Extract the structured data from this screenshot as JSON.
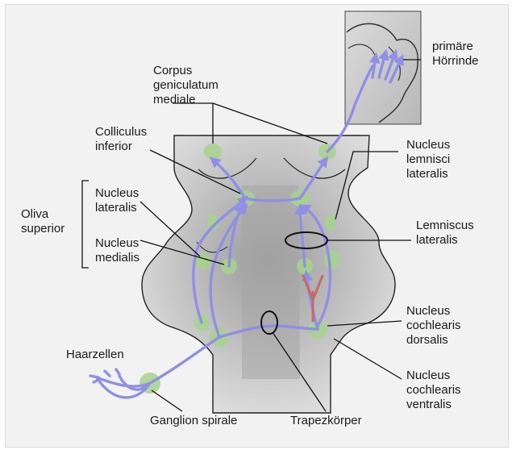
{
  "labels": {
    "primaere_hoerrinde": [
      "primäre",
      "Hörrinde"
    ],
    "corpus_geniculatum": [
      "Corpus",
      "geniculatum",
      "mediale"
    ],
    "colliculus_inferior": [
      "Colliculus",
      "inferior"
    ],
    "oliva_superior": [
      "Oliva",
      "superior"
    ],
    "nucleus_lateralis": [
      "Nucleus",
      "lateralis"
    ],
    "nucleus_medialis": [
      "Nucleus",
      "medialis"
    ],
    "nucleus_lemnisci": [
      "Nucleus",
      "lemnisci",
      "lateralis"
    ],
    "lemniscus_lateralis": [
      "Lemniscus",
      "lateralis"
    ],
    "nucleus_cochlearis_dorsalis": [
      "Nucleus",
      "cochlearis",
      "dorsalis"
    ],
    "nucleus_cochlearis_ventralis": [
      "Nucleus",
      "cochlearis",
      "ventralis"
    ],
    "haarzellen": "Haarzellen",
    "ganglion_spirale": "Ganglion spirale",
    "trapezkoerper": "Trapezkörper"
  },
  "colors": {
    "pathway": "#8f8fe6",
    "nucleus": "#a4d48c",
    "dorsal_branch": "#c46a6a",
    "brainstem": "#c9c9c9"
  }
}
